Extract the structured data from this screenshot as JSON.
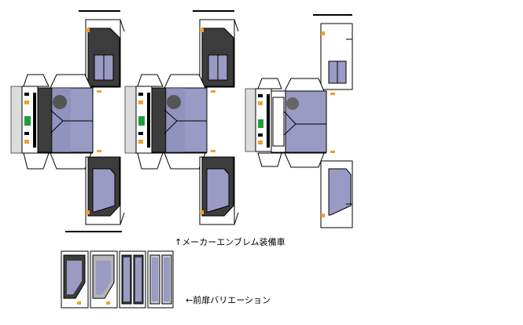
{
  "captions": {
    "emblem": "↑メーカーエンブレム装備車",
    "front_variation": "←前扉バリエーション"
  },
  "colors": {
    "body": "#ffffff",
    "outline": "#000000",
    "window_lavender": "#9a9ac4",
    "window_dark": "#3c3c3c",
    "cab_grey": "#c8c8c8",
    "destination_green": "#1f9e3c",
    "marker_orange": "#f0a030",
    "chassis_grey": "#dcdcdc"
  },
  "models": [
    {
      "variant": "dark-cab"
    },
    {
      "variant": "dark-cab"
    },
    {
      "variant": "emblem"
    }
  ],
  "door_variations": [
    {
      "style": "black-frame"
    },
    {
      "style": "grey-frame"
    },
    {
      "style": "twin-black"
    },
    {
      "style": "twin-grey"
    }
  ]
}
